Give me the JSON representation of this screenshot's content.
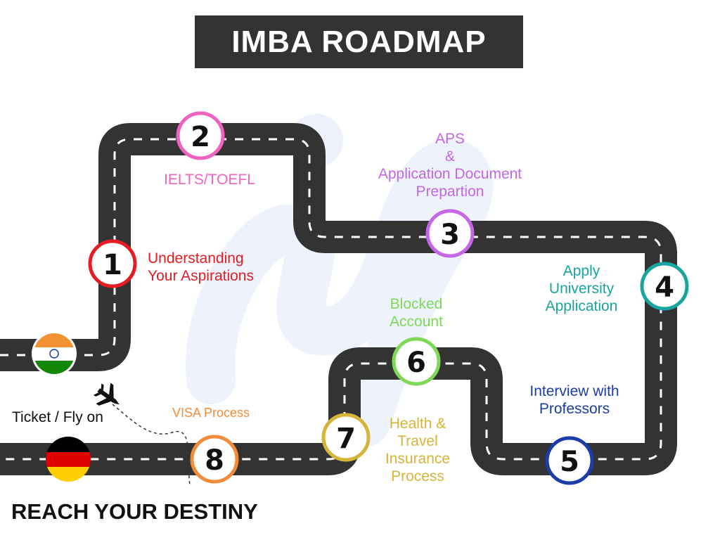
{
  "title": "IMBA ROADMAP",
  "footer": "REACH YOUR DESTINY",
  "ticket_text": "Ticket / Fly on",
  "road_color": "#333333",
  "dash_color": "#ffffff",
  "flags": {
    "start": "India flag",
    "end": "Germany flag"
  },
  "steps": [
    {
      "num": "1",
      "color": "#e51c23",
      "lines": [
        "Understanding",
        "Your Aspirations"
      ]
    },
    {
      "num": "2",
      "color": "#f062c0",
      "lines": [
        "IELTS/TOEFL"
      ]
    },
    {
      "num": "3",
      "color": "#c466e6",
      "lines": [
        "APS",
        "&",
        "Application Document",
        "Prepartion"
      ]
    },
    {
      "num": "4",
      "color": "#19a4a0",
      "lines": [
        "Apply",
        "University",
        "Application"
      ]
    },
    {
      "num": "5",
      "color": "#1a3da8",
      "lines": [
        "Interview with",
        "Professors"
      ]
    },
    {
      "num": "6",
      "color": "#7ed957",
      "lines": [
        "Blocked",
        "Account"
      ]
    },
    {
      "num": "7",
      "color": "#d6b43a",
      "lines": [
        "Health &",
        "Travel",
        "Insurance",
        "Process"
      ]
    },
    {
      "num": "8",
      "color": "#f28c3a",
      "lines": [
        "VISA Process"
      ]
    }
  ]
}
